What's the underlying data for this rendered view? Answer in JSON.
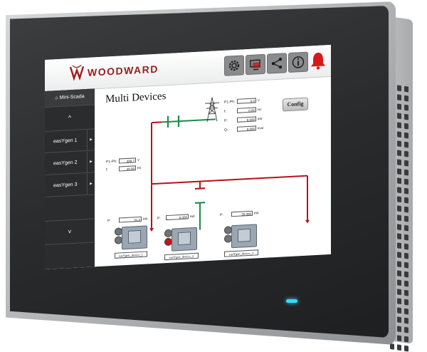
{
  "header": {
    "logo_text": "WOODWARD",
    "toolbar_icons": [
      "gear-icon",
      "monitor-icon",
      "share-icon",
      "info-icon",
      "bell-icon"
    ],
    "brand_color": "#9b1c1c",
    "alarm_color": "#d7191c"
  },
  "sidebar": {
    "home_label": "⌂ Mini-Scada",
    "up_label": "^",
    "down_label": "˅",
    "items": [
      {
        "label": "easYgen 1",
        "arrow": "▸"
      },
      {
        "label": "easYgen 2",
        "arrow": "▸"
      },
      {
        "label": "easYgen 3",
        "arrow": "▸"
      }
    ]
  },
  "main": {
    "title": "Multi Devices",
    "config_label": "Config"
  },
  "mains": {
    "rows": [
      {
        "label": "P1-Ph:",
        "value": "0.0",
        "unit": "V"
      },
      {
        "label": "f:",
        "value": "0.00",
        "unit": "Hz"
      },
      {
        "label": "P:",
        "value": "0.000",
        "unit": "kW"
      },
      {
        "label": "Q:",
        "value": "0.000",
        "unit": "kvar"
      }
    ]
  },
  "busbar": {
    "rows": [
      {
        "label": "P1-Ph:",
        "value": "399.7",
        "unit": "V"
      },
      {
        "label": "f:",
        "value": "49.99",
        "unit": "Hz"
      }
    ]
  },
  "generators": [
    {
      "p_label": "P:",
      "p_value": "31.2",
      "unit": "kW",
      "name": "easYgen_device_1"
    },
    {
      "p_label": "P:",
      "p_value": "0.000",
      "unit": "kW",
      "name": "easYgen_device_2"
    },
    {
      "p_label": "P:",
      "p_value": "35.000",
      "unit": "kW",
      "name": "easYgen_device_3"
    }
  ],
  "colors": {
    "bus_active": "#b5121b",
    "breaker_open": "#1d8a4a",
    "indicator_alarm": "#c8101a",
    "led": "#3fd6ff"
  }
}
